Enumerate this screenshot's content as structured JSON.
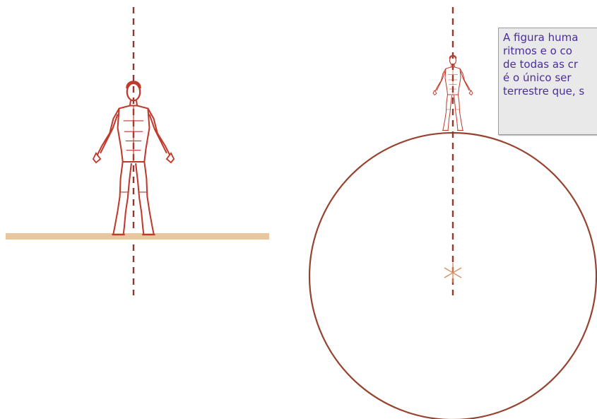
{
  "colors": {
    "figure": "#c0392b",
    "guide_line": "#8b3a2f",
    "ground": "#e9c79e",
    "earth_circle": "#96432f",
    "center_mark": "#d98f5f",
    "note_text": "#4a2d9a",
    "note_bg": "#e9e9e9"
  },
  "icons": {
    "left_figure": "human-figure-icon",
    "right_figure": "human-figure-icon",
    "center": "asterisk-center-icon"
  },
  "note": {
    "lines": [
      "A figura huma",
      "ritmos e o co",
      "de todas as cr",
      "é o único ser",
      "terrestre que, s"
    ]
  }
}
